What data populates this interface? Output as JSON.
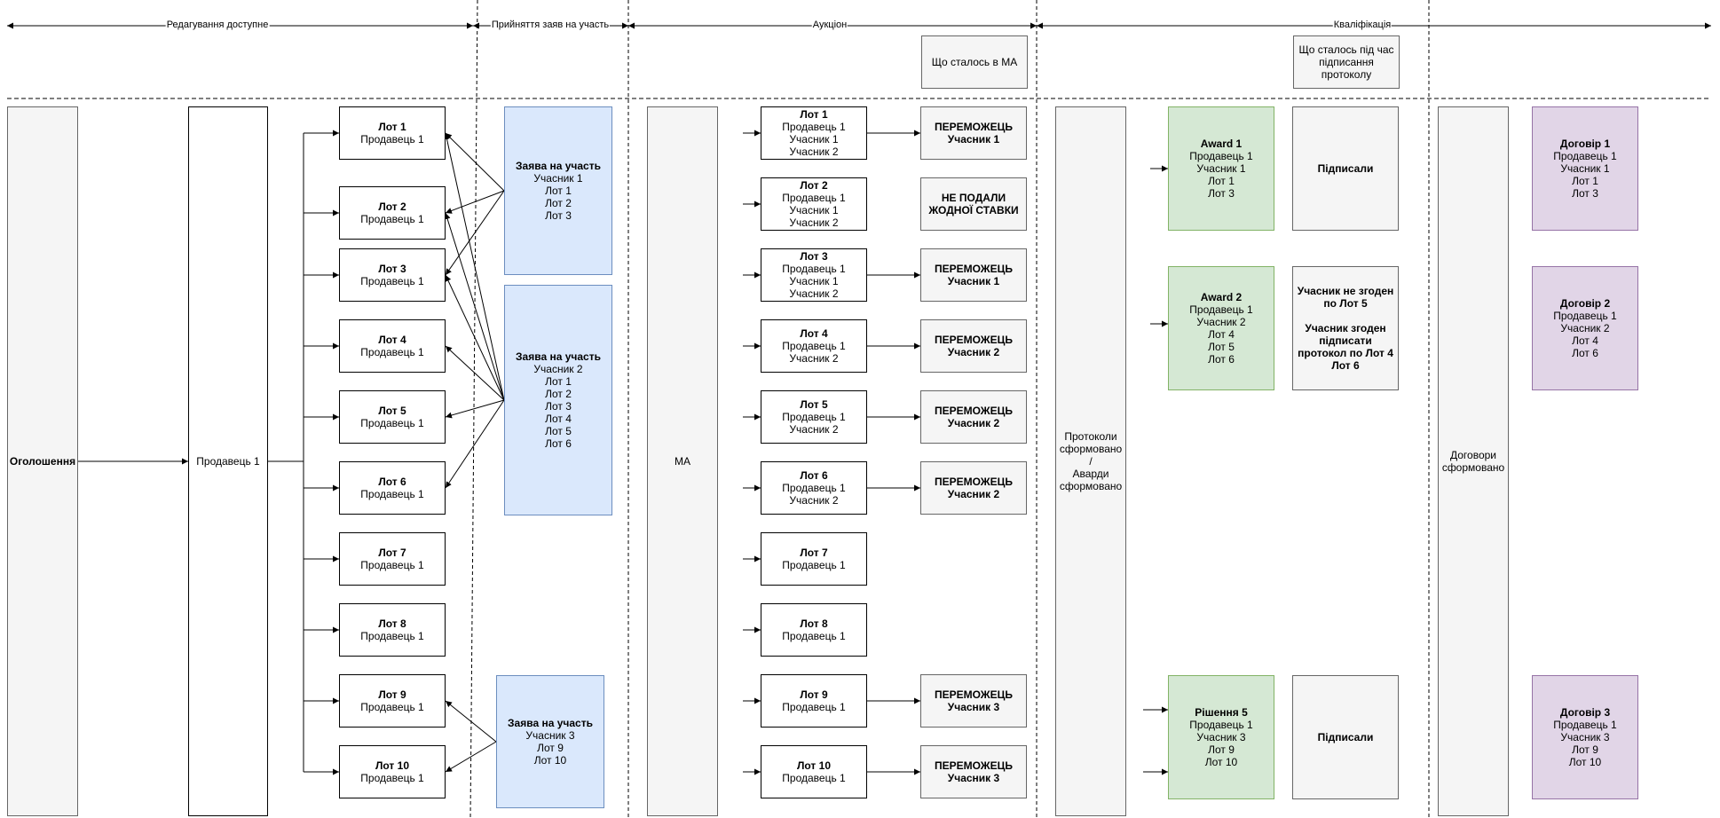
{
  "phases": [
    {
      "id": "edit",
      "label": "Редагування доступне"
    },
    {
      "id": "accept",
      "label": "Прийняття заяв на участь"
    },
    {
      "id": "auction",
      "label": "Аукціон"
    },
    {
      "id": "qualification",
      "label": "Кваліфікація"
    }
  ],
  "notes": {
    "ma": "Що сталось в МА",
    "signing": [
      "Що сталось під час",
      "підписання",
      "протоколу"
    ]
  },
  "announcement": "Оголошення",
  "seller": "Продавець 1",
  "lots": [
    {
      "title": "Лот 1",
      "seller": "Продавець 1"
    },
    {
      "title": "Лот 2",
      "seller": "Продавець 1"
    },
    {
      "title": "Лот 3",
      "seller": "Продавець 1"
    },
    {
      "title": "Лот 4",
      "seller": "Продавець 1"
    },
    {
      "title": "Лот 5",
      "seller": "Продавець 1"
    },
    {
      "title": "Лот 6",
      "seller": "Продавець 1"
    },
    {
      "title": "Лот 7",
      "seller": "Продавець 1"
    },
    {
      "title": "Лот 8",
      "seller": "Продавець 1"
    },
    {
      "title": "Лот 9",
      "seller": "Продавець 1"
    },
    {
      "title": "Лот 10",
      "seller": "Продавець 1"
    }
  ],
  "applications": [
    {
      "title": "Заява на участь",
      "lines": [
        "Учасник 1",
        "Лот 1",
        "Лот 2",
        "Лот 3"
      ]
    },
    {
      "title": "Заява на участь",
      "lines": [
        "Учасник 2",
        "Лот 1",
        "Лот 2",
        "Лот 3",
        "Лот 4",
        "Лот 5",
        "Лот 6"
      ]
    },
    {
      "title": "Заява на участь",
      "lines": [
        "Учасник 3",
        "Лот 9",
        "Лот 10"
      ]
    }
  ],
  "ma": "МА",
  "auction_lots": [
    {
      "title": "Лот 1",
      "lines": [
        "Продавець 1",
        "Учасник 1",
        "Учасник 2"
      ]
    },
    {
      "title": "Лот 2",
      "lines": [
        "Продавець 1",
        "Учасник 1",
        "Учасник 2"
      ]
    },
    {
      "title": "Лот 3",
      "lines": [
        "Продавець 1",
        "Учасник 1",
        "Учасник 2"
      ]
    },
    {
      "title": "Лот 4",
      "lines": [
        "Продавець 1",
        "Учасник 2"
      ]
    },
    {
      "title": "Лот 5",
      "lines": [
        "Продавець 1",
        "Учасник 2"
      ]
    },
    {
      "title": "Лот 6",
      "lines": [
        "Продавець 1",
        "Учасник 2"
      ]
    },
    {
      "title": "Лот 7",
      "lines": [
        "Продавець 1"
      ]
    },
    {
      "title": "Лот 8",
      "lines": [
        "Продавець 1"
      ]
    },
    {
      "title": "Лот 9",
      "lines": [
        "Продавець 1"
      ]
    },
    {
      "title": "Лот 10",
      "lines": [
        "Продавець 1"
      ]
    }
  ],
  "results": [
    {
      "lines": [
        "ПЕРЕМОЖЕЦЬ",
        "Учасник 1"
      ]
    },
    {
      "lines": [
        "НЕ ПОДАЛИ",
        "ЖОДНОЇ СТАВКИ"
      ]
    },
    {
      "lines": [
        "ПЕРЕМОЖЕЦЬ",
        "Учасник 1"
      ]
    },
    {
      "lines": [
        "ПЕРЕМОЖЕЦЬ",
        "Учасник 2"
      ]
    },
    {
      "lines": [
        "ПЕРЕМОЖЕЦЬ",
        "Учасник 2"
      ]
    },
    {
      "lines": [
        "ПЕРЕМОЖЕЦЬ",
        "Учасник 2"
      ]
    },
    {
      "lines": [
        "ПЕРЕМОЖЕЦЬ",
        "Учасник 3"
      ]
    },
    {
      "lines": [
        "ПЕРЕМОЖЕЦЬ",
        "Учасник 3"
      ]
    }
  ],
  "protocols": [
    "Протоколи",
    "сформовано",
    "/",
    "Аварди",
    "сформовано"
  ],
  "awards": [
    {
      "title": "Award 1",
      "lines": [
        "Продавець 1",
        "Учасник 1",
        "Лот 1",
        "Лот 3"
      ]
    },
    {
      "title": "Award 2",
      "lines": [
        "Продавець 1",
        "Учасник 2",
        "Лот 4",
        "Лот 5",
        "Лот 6"
      ]
    },
    {
      "title": "Рішення 5",
      "lines": [
        "Продавець 1",
        "Учасник 3",
        "Лот 9",
        "Лот 10"
      ]
    }
  ],
  "signing_results": [
    {
      "bold": [
        "Підписали"
      ]
    },
    {
      "bold": [
        "Учасник не згоден",
        "по Лот 5",
        "",
        "Учасник згоден",
        "підписати",
        "протокол по Лот 4",
        "Лот 6"
      ]
    },
    {
      "bold": [
        "Підписали"
      ]
    }
  ],
  "contracts_formed": [
    "Договори",
    "сформовано"
  ],
  "contracts": [
    {
      "title": "Договір 1",
      "lines": [
        "Продавець 1",
        "Учасник 1",
        "Лот 1",
        "Лот 3"
      ]
    },
    {
      "title": "Договір 2",
      "lines": [
        "Продавець 1",
        "Учасник 2",
        "Лот 4",
        "Лот 6"
      ]
    },
    {
      "title": "Договір 3",
      "lines": [
        "Продавець 1",
        "Учасник 3",
        "Лот 9",
        "Лот 10"
      ]
    }
  ]
}
